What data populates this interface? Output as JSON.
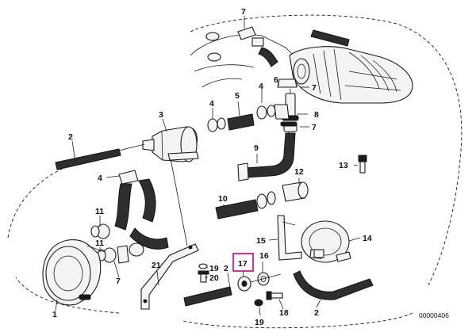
{
  "labels": {
    "l1": "1",
    "l2a": "2",
    "l2b": "2",
    "l3": "3",
    "l4a": "4",
    "l4b": "4",
    "l5": "5",
    "l6": "6",
    "l7a": "7",
    "l7b": "7",
    "l7c": "7",
    "l7d": "7",
    "l8": "8",
    "l9": "9",
    "l10": "10",
    "l11": "11",
    "l12": "12",
    "l13": "13",
    "l14": "14",
    "l15": "15",
    "l16": "16",
    "l17": "17",
    "l18": "18",
    "l19a": "19",
    "l19b": "19",
    "l20": "20",
    "l21": "21"
  },
  "highlight": {
    "part": "17",
    "color": "#e0168b"
  },
  "reference_number": "00000406"
}
